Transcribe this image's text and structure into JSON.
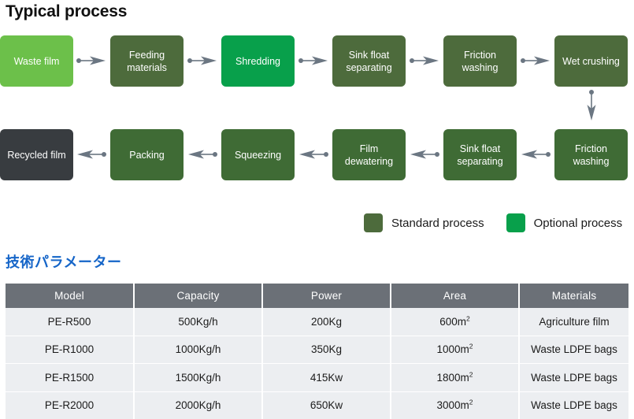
{
  "sections": {
    "process_title": "Typical process",
    "params_title": "技術パラメーター"
  },
  "colors": {
    "start_box": "#6cc04a",
    "standard_box": "#4d6b3c",
    "standard_box_row2": "#3f6b35",
    "optional_box": "#08a04b",
    "end_box": "#383c40",
    "arrow": "#6b7682",
    "table_header": "#6b7077",
    "table_cell": "#eceef1",
    "params_title": "#1565c8"
  },
  "flow": {
    "row1": [
      {
        "label": "Waste film",
        "type": "start"
      },
      {
        "label": "Feeding materials",
        "type": "standard"
      },
      {
        "label": "Shredding",
        "type": "optional"
      },
      {
        "label": "Sink float separating",
        "type": "standard"
      },
      {
        "label": "Friction washing",
        "type": "standard"
      },
      {
        "label": "Wet crushing",
        "type": "standard"
      }
    ],
    "row2": [
      {
        "label": "Recycled film",
        "type": "end"
      },
      {
        "label": "Packing",
        "type": "standard"
      },
      {
        "label": "Squeezing",
        "type": "standard"
      },
      {
        "label": "Film dewatering",
        "type": "standard"
      },
      {
        "label": "Sink float separating",
        "type": "standard"
      },
      {
        "label": "Friction washing",
        "type": "standard"
      }
    ]
  },
  "legend": [
    {
      "label": "Standard process",
      "color": "#4d6b3c"
    },
    {
      "label": "Optional process",
      "color": "#08a04b"
    }
  ],
  "table": {
    "headers": [
      "Model",
      "Capacity",
      "Power",
      "Area",
      "Materials"
    ],
    "rows": [
      [
        "PE-R500",
        "500Kg/h",
        "200Kg",
        "600m2",
        "Agriculture film"
      ],
      [
        "PE-R1000",
        "1000Kg/h",
        "350Kg",
        "1000m2",
        "Waste LDPE bags"
      ],
      [
        "PE-R1500",
        "1500Kg/h",
        "415Kw",
        "1800m2",
        "Waste LDPE bags"
      ],
      [
        "PE-R2000",
        "2000Kg/h",
        "650Kw",
        "3000m2",
        "Waste LDPE bags"
      ]
    ],
    "area_values": [
      {
        "number": "600",
        "unit": "m",
        "exp": "2"
      },
      {
        "number": "1000",
        "unit": "m",
        "exp": "2"
      },
      {
        "number": "1800",
        "unit": "m",
        "exp": "2"
      },
      {
        "number": "3000",
        "unit": "m",
        "exp": "2"
      }
    ]
  }
}
